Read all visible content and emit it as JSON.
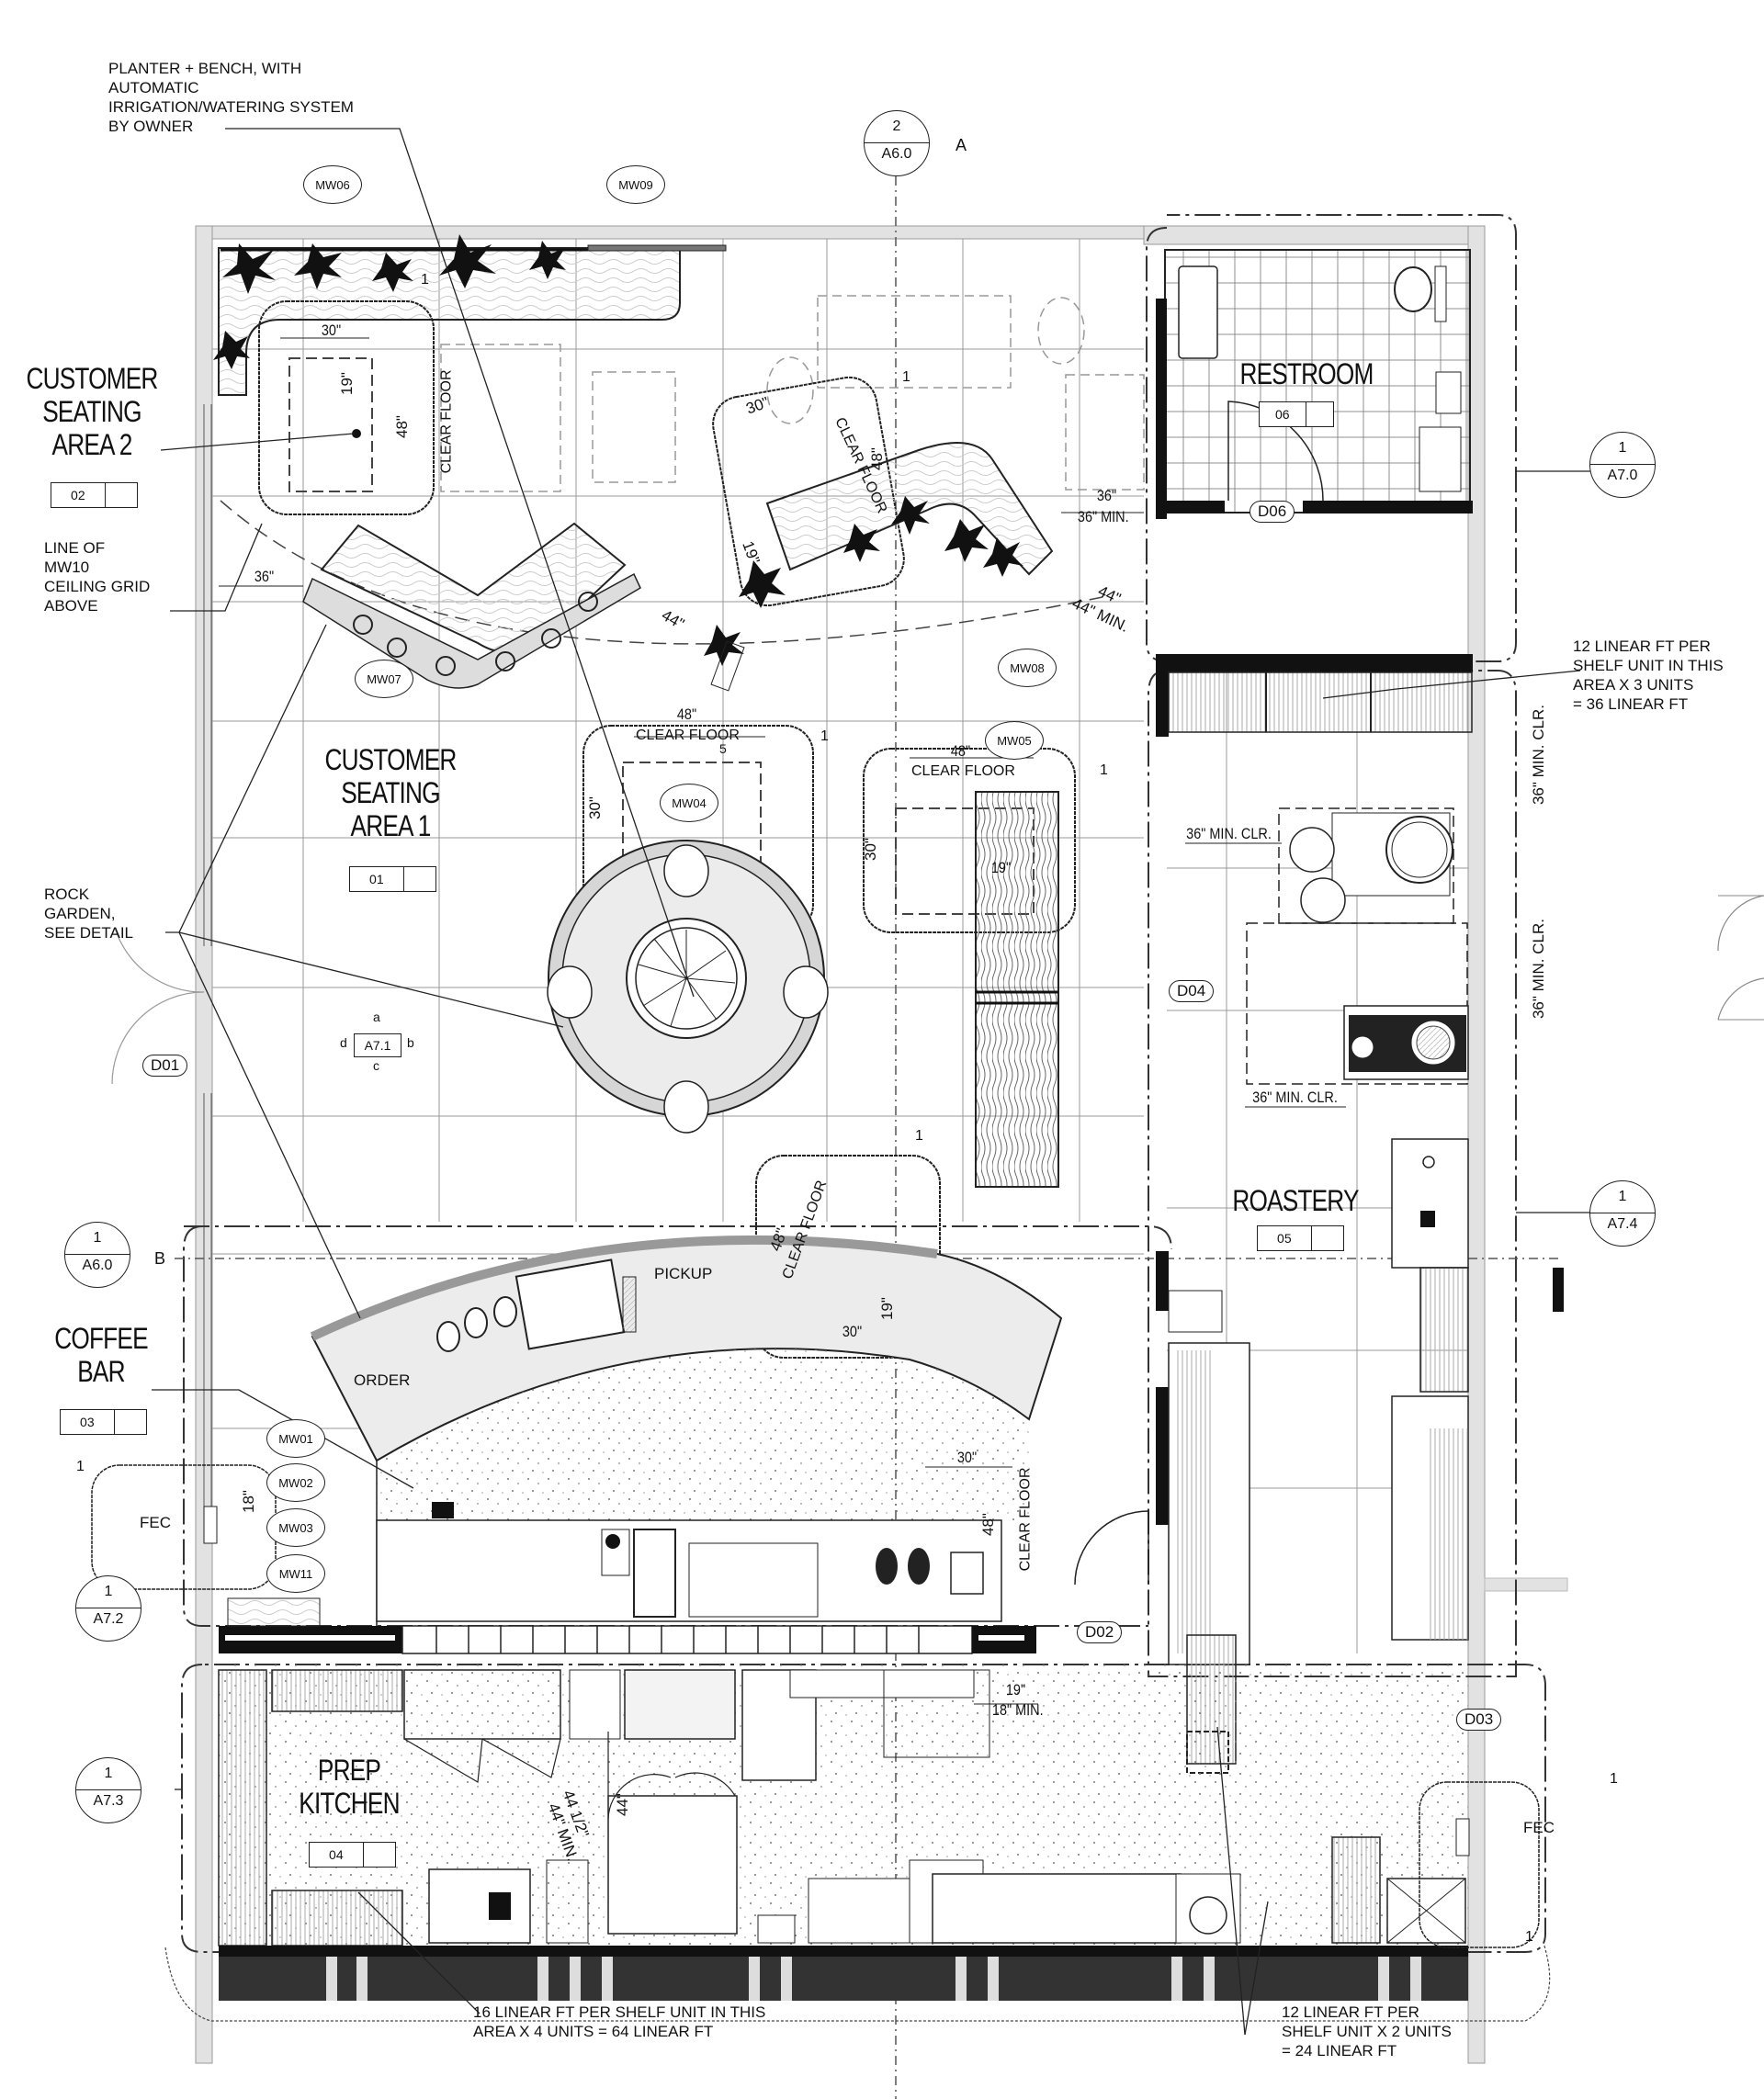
{
  "drawing": {
    "type": "architectural floor plan",
    "rooms": [
      {
        "id": "01",
        "name": "CUSTOMER\nSEATING\nAREA 1"
      },
      {
        "id": "02",
        "name": "CUSTOMER\nSEATING\nAREA 2"
      },
      {
        "id": "03",
        "name": "COFFEE\nBAR"
      },
      {
        "id": "04",
        "name": "PREP\nKITCHEN"
      },
      {
        "id": "05",
        "name": "ROASTERY"
      },
      {
        "id": "06",
        "name": "RESTROOM"
      }
    ],
    "notes": {
      "planter": "PLANTER + BENCH, WITH\nAUTOMATIC\nIRRIGATION/WATERING SYSTEM\nBY OWNER",
      "ceiling_grid": "LINE OF\nMW10\nCEILING GRID\nABOVE",
      "rock_garden": "ROCK\nGARDEN,\nSEE DETAIL",
      "roastery_shelves": "12 LINEAR FT PER\nSHELF UNIT IN THIS\nAREA X 3 UNITS\n = 36 LINEAR FT",
      "kitchen_shelves": "16 LINEAR FT PER SHELF UNIT IN THIS\nAREA X 4 UNITS  =  64 LINEAR FT",
      "back_shelves": "12 LINEAR FT PER\nSHELF UNIT X 2 UNITS\n= 24 LINEAR FT"
    },
    "material_tags": [
      "MW01",
      "MW02",
      "MW03",
      "MW04",
      "MW05",
      "MW06",
      "MW07",
      "MW08",
      "MW09",
      "MW11"
    ],
    "door_tags": [
      "D01",
      "D02",
      "D03",
      "D04",
      "D06"
    ],
    "section_markers": [
      {
        "num": "2",
        "sheet": "A6.0",
        "dir": "A"
      },
      {
        "num": "1",
        "sheet": "A6.0",
        "dir": "B"
      },
      {
        "num": "1",
        "sheet": "A7.0"
      },
      {
        "num": "1",
        "sheet": "A7.1"
      },
      {
        "num": "1",
        "sheet": "A7.2"
      },
      {
        "num": "1",
        "sheet": "A7.3"
      },
      {
        "num": "1",
        "sheet": "A7.4"
      }
    ],
    "interior_elevation": {
      "sheet": "A7.1",
      "a": "a",
      "b": "b",
      "c": "c",
      "d": "d"
    },
    "revision": "1",
    "labels": {
      "order": "ORDER",
      "pickup": "PICKUP",
      "fec": "FEC",
      "clear_floor": "CLEAR FLOOR",
      "clear_floor_5": "5"
    },
    "dimensions": {
      "d30": "30\"",
      "d19": "19\"",
      "d48": "48\"",
      "d36": "36\"",
      "d36min": "36\" MIN.",
      "d44": "44\"",
      "d44min": "44\" MIN.",
      "d44half": "44 1/2\"",
      "d18": "18\"",
      "d18min": "18\" MIN.",
      "d36clr": "36\" MIN. CLR."
    }
  }
}
